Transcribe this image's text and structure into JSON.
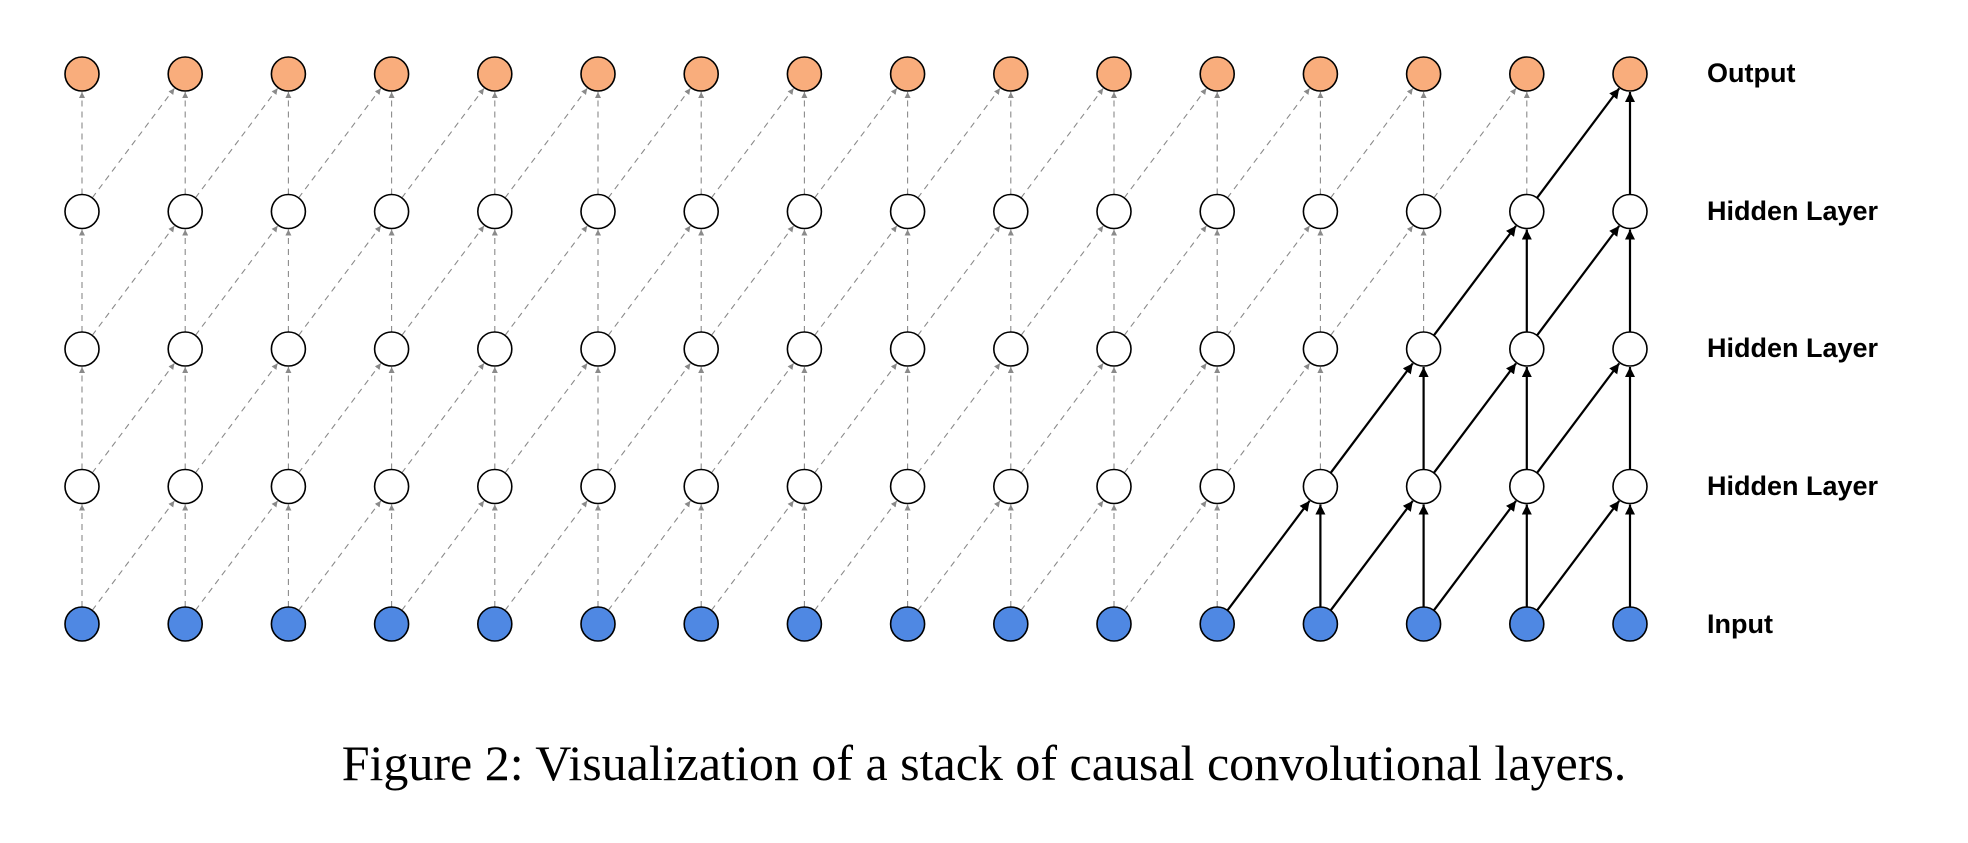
{
  "figure": {
    "caption": "Figure 2: Visualization of a stack of causal convolutional layers."
  },
  "layers": [
    {
      "label": "Output",
      "role": "output",
      "color": "#F9AD7C"
    },
    {
      "label": "Hidden Layer",
      "role": "hidden",
      "color": "#FFFFFF"
    },
    {
      "label": "Hidden Layer",
      "role": "hidden",
      "color": "#FFFFFF"
    },
    {
      "label": "Hidden Layer",
      "role": "hidden",
      "color": "#FFFFFF"
    },
    {
      "label": "Input",
      "role": "input",
      "color": "#4F88E3"
    }
  ],
  "nodes_per_layer": 16,
  "kernel_size": 2,
  "highlighted_output_node": 16,
  "colors": {
    "connection": "#000000",
    "background_connection": "#8A8A8A",
    "node_stroke": "#000000"
  }
}
